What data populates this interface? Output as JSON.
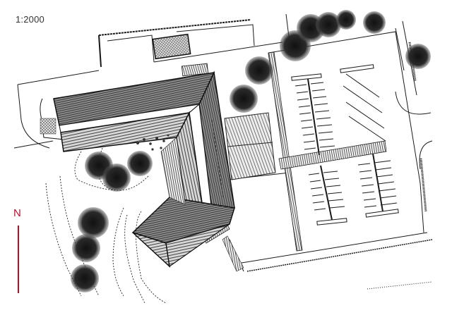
{
  "drawing": {
    "type": "site-plan",
    "scale": "1:2000",
    "north_label": "N",
    "north_color": "#c0102a",
    "roof_color": "#7a7a7a",
    "line_color": "#1a1a1a"
  },
  "features": {
    "building": "L-shaped building with hatched roof",
    "parking": "parking lot with three stall rows and angled bays",
    "trees": "tree clusters along west slope and north edge",
    "contours": "dotted terrain contour lines"
  }
}
